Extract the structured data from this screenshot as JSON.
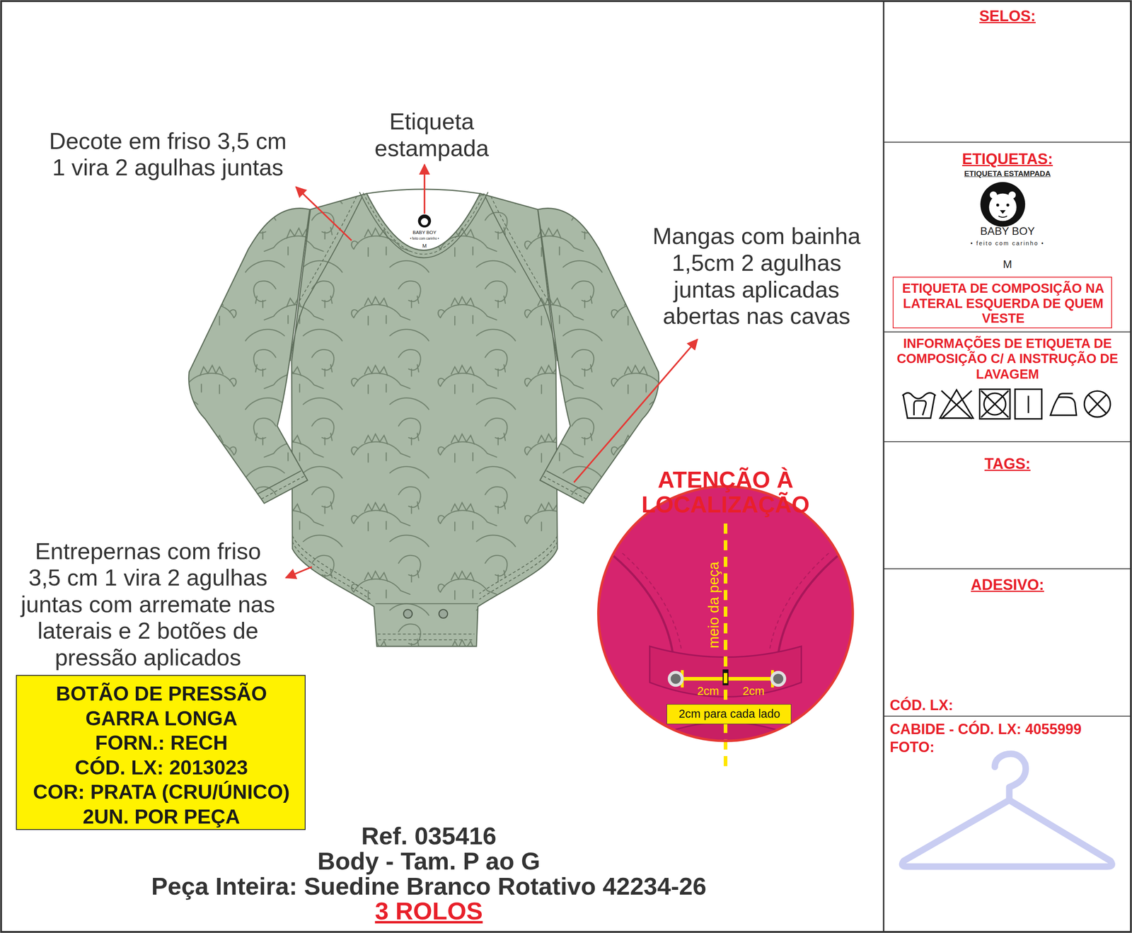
{
  "diagram": {
    "nodes": [
      {
        "text": [
          "SELOS:"
        ]
      },
      {
        "text": [
          "ETIQUETAS:",
          "ETIQUETA ESTAMPADA",
          "BABY BOY",
          "• feito com carinho •",
          "M"
        ]
      },
      {
        "text": [
          "ETIQUETA DE COMPOSIÇÃO NA LATERAL ESQUERDA DE QUEM VESTE"
        ],
        "in": 1
      },
      {
        "text": [
          "INFORMAÇÕES DE ETIQUETA DE COMPOSIÇÃO C/ A INSTRUÇÃO DE LAVAGEM"
        ]
      },
      {
        "text": [
          "TAGS:"
        ]
      },
      {
        "text": [
          "ADESIVO:",
          "CÓD. LX:"
        ]
      },
      {
        "text": [
          "CABIDE - CÓD. LX: 4055999",
          "FOTO:"
        ]
      },
      {
        "text": [
          "BOTÃO DE PRESSÃO",
          "GARRA LONGA",
          "FORN.: RECH",
          "CÓD. LX: 2013023",
          "COR: PRATA (CRU/ÚNICO)",
          "2UN. POR PEÇA"
        ]
      },
      {
        "text": [
          "meio da peça",
          "2cm",
          "2cm"
        ]
      },
      {
        "text": [
          "2cm para cada lado"
        ],
        "in": 8
      }
    ],
    "labels": [
      "Decote em friso 3,5 cm 1 vira 2 agulhas juntas",
      "Etiqueta estampada",
      "BABY BOY",
      "• feito com carinho •",
      "M",
      "Mangas com bainha 1,5cm 2 agulhas juntas aplicadas abertas nas cavas",
      "Entrepernas com friso 3,5 cm 1 vira 2 agulhas juntas com arremate nas laterais e 2 botões de pressão aplicados",
      "ATENÇÃO À LOCALIZAÇÃO",
      "Ref. 035416",
      "Body - Tam. P ao G",
      "Peça Inteira: Suedine Branco Rotativo 42234-26",
      "3 ROLOS"
    ]
  }
}
